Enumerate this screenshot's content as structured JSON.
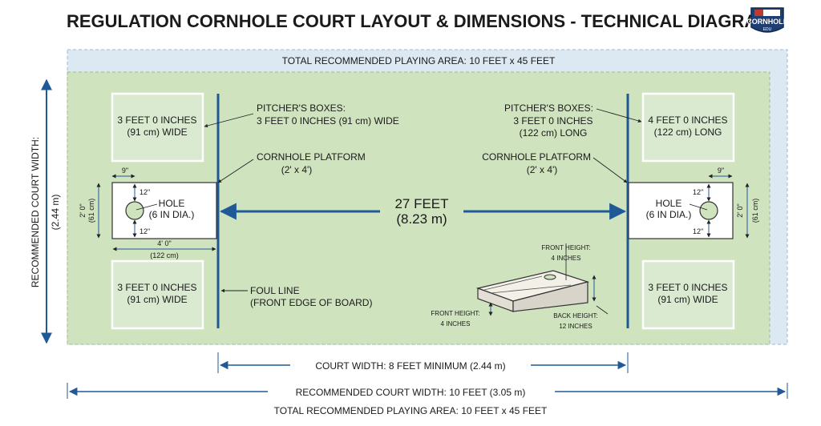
{
  "title": "REGULATION CORNHOLE COURT LAYOUT & DIMENSIONS - TECHNICAL DIAGRAM",
  "logo": {
    "text": "CORNHOLE",
    "subtext": "EDU"
  },
  "area_top_label": "TOTAL RECOMMENDED PLAYING AREA: 10 FEET x 45 FEET",
  "area_bottom_label": "TOTAL RECOMMENDED PLAYING AREA: 10 FEET x 45 FEET",
  "side_label": {
    "line1": "RECOMMENDED COURT WIDTH:",
    "line2": "(2.44 m)"
  },
  "center": {
    "line1": "27 FEET",
    "line2": "(8.23 m)"
  },
  "court_width": "COURT WIDTH:  8 FEET MINIMUM (2.44 m)",
  "rec_width": "RECOMMENDED COURT WIDTH: 10 FEET (3.05 m)",
  "left": {
    "box_top": {
      "line1": "3 FEET 0 INCHES",
      "line2": "(91 cm) WIDE"
    },
    "box_bottom": {
      "line1": "3 FEET 0 INCHES",
      "line2": "(91 cm) WIDE"
    },
    "pitchers": {
      "line1": "PITCHER'S BOXES:",
      "line2": "3 FEET 0 INCHES (91 cm) WIDE"
    },
    "platform": {
      "line1": "CORNHOLE PLATFORM",
      "line2": "(2' x 4')"
    },
    "hole": {
      "line1": "HOLE",
      "line2": "(6 IN DIA.)"
    },
    "dim_9": "9\"",
    "dim_12a": "12\"",
    "dim_12b": "12\"",
    "dim_h1": "2' 0\"",
    "dim_h2": "(61 cm)",
    "dim_w1": "4' 0\"",
    "dim_w2": "(122 cm)",
    "foul": {
      "line1": "FOUL LINE",
      "line2": "(FRONT EDGE OF BOARD)"
    }
  },
  "right": {
    "box_top": {
      "line1": "4 FEET 0 INCHES",
      "line2": "(122 cm) LONG"
    },
    "box_bottom": {
      "line1": "3 FEET 0 INCHES",
      "line2": "(91 cm) WIDE"
    },
    "pitchers": {
      "line1": "PITCHER'S BOXES:",
      "line2": "3 FEET 0 INCHES",
      "line3": "(122 cm) LONG"
    },
    "platform": {
      "line1": "CORNHOLE PLATFORM",
      "line2": "(2' x 4')"
    },
    "hole": {
      "line1": "HOLE",
      "line2": "(6 IN DIA.)"
    },
    "dim_9": "9\"",
    "dim_12a": "12\"",
    "dim_12b": "12\"",
    "dim_h1": "2' 0\"",
    "dim_h2": "(61 cm)"
  },
  "board3d": {
    "front_top": {
      "line1": "FRONT HEIGHT:",
      "line2": "4 INCHES"
    },
    "front_left": {
      "line1": "FRONT HEIGHT:",
      "line2": "4 INCHES"
    },
    "back": {
      "line1": "BACK HEIGHT:",
      "line2": "12 INCHES"
    }
  },
  "colors": {
    "turf": "#cfe3bf",
    "outer_area": "#dde9f2",
    "accent": "#1f5a96",
    "box": "#d9ead0"
  }
}
